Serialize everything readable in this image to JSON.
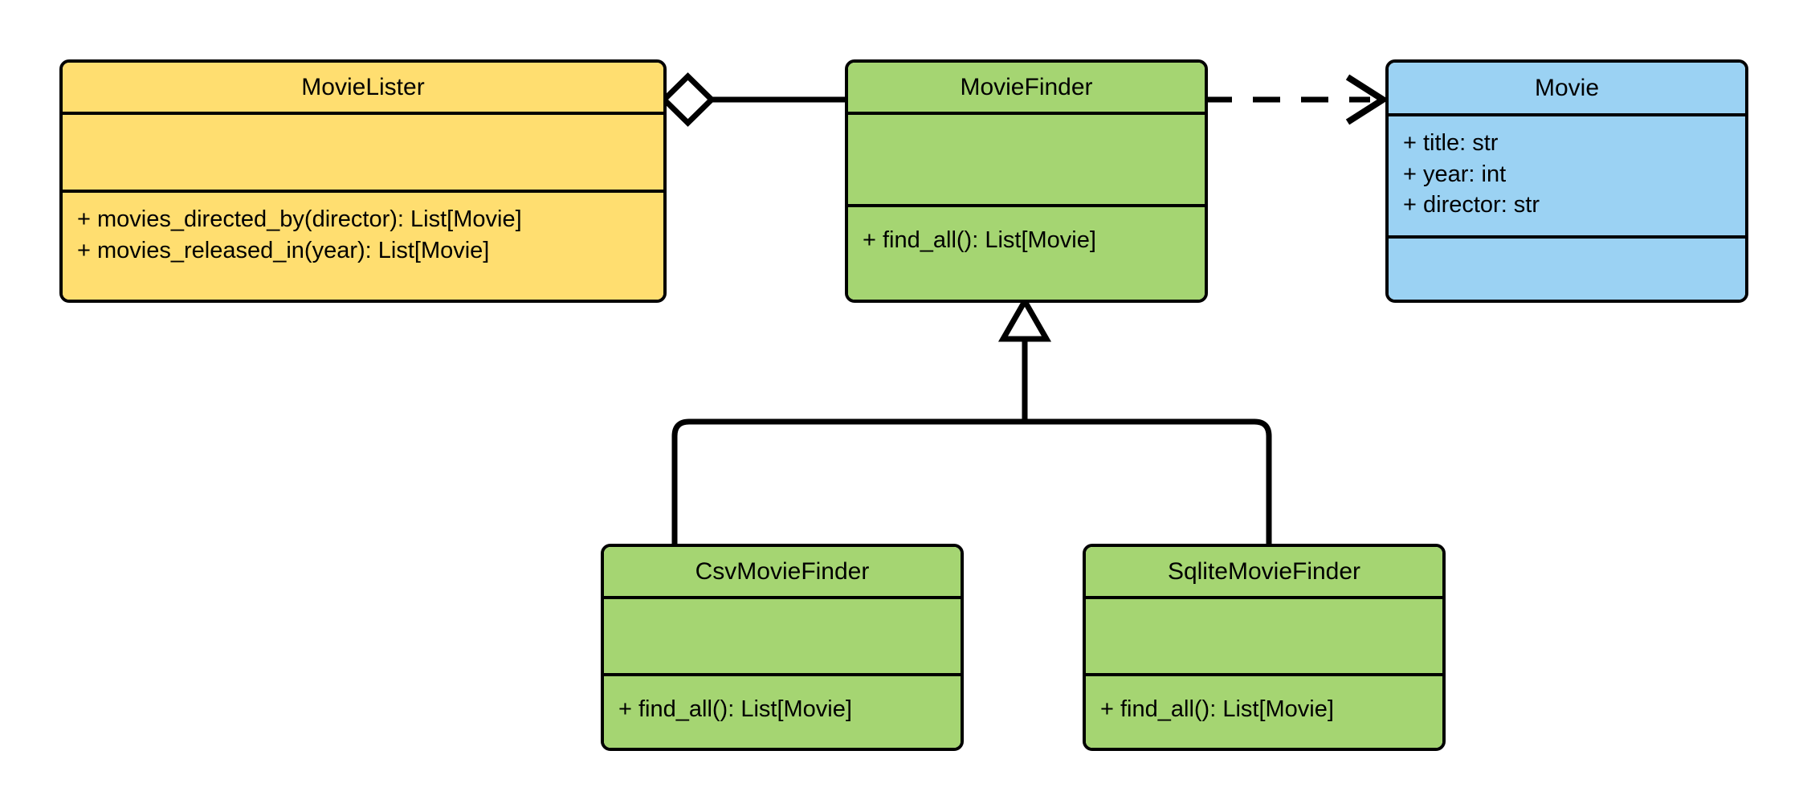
{
  "diagram": {
    "type": "uml-class-diagram",
    "background": "#ffffff",
    "line_color": "#000000",
    "classes": [
      {
        "id": "movie-lister",
        "name": "MovieLister",
        "fill": "#FFDE70",
        "attributes": [],
        "methods": [
          "+ movies_directed_by(director): List[Movie]",
          "+ movies_released_in(year): List[Movie]"
        ]
      },
      {
        "id": "movie-finder",
        "name": "MovieFinder",
        "fill": "#A5D572",
        "attributes": [],
        "methods": [
          "+ find_all(): List[Movie]"
        ]
      },
      {
        "id": "movie",
        "name": "Movie",
        "fill": "#9BD2F3",
        "attributes": [
          "+ title: str",
          "+ year: int",
          "+ director: str"
        ],
        "methods": []
      },
      {
        "id": "csv-movie-finder",
        "name": "CsvMovieFinder",
        "fill": "#A5D572",
        "attributes": [],
        "methods": [
          "+ find_all(): List[Movie]"
        ]
      },
      {
        "id": "sqlite-movie-finder",
        "name": "SqliteMovieFinder",
        "fill": "#A5D572",
        "attributes": [],
        "methods": [
          "+ find_all(): List[Movie]"
        ]
      }
    ],
    "relationships": [
      {
        "id": "lister-aggregates-finder",
        "kind": "aggregation",
        "from": "MovieLister",
        "to": "MovieFinder",
        "marker": "hollow-diamond"
      },
      {
        "id": "finder-depends-movie",
        "kind": "dependency",
        "from": "MovieFinder",
        "to": "Movie",
        "marker": "open-arrow",
        "line_style": "dashed"
      },
      {
        "id": "csv-inherits-finder",
        "kind": "generalization",
        "from": "CsvMovieFinder",
        "to": "MovieFinder",
        "marker": "hollow-triangle"
      },
      {
        "id": "sqlite-inherits-finder",
        "kind": "generalization",
        "from": "SqliteMovieFinder",
        "to": "MovieFinder",
        "marker": "hollow-triangle"
      }
    ]
  }
}
